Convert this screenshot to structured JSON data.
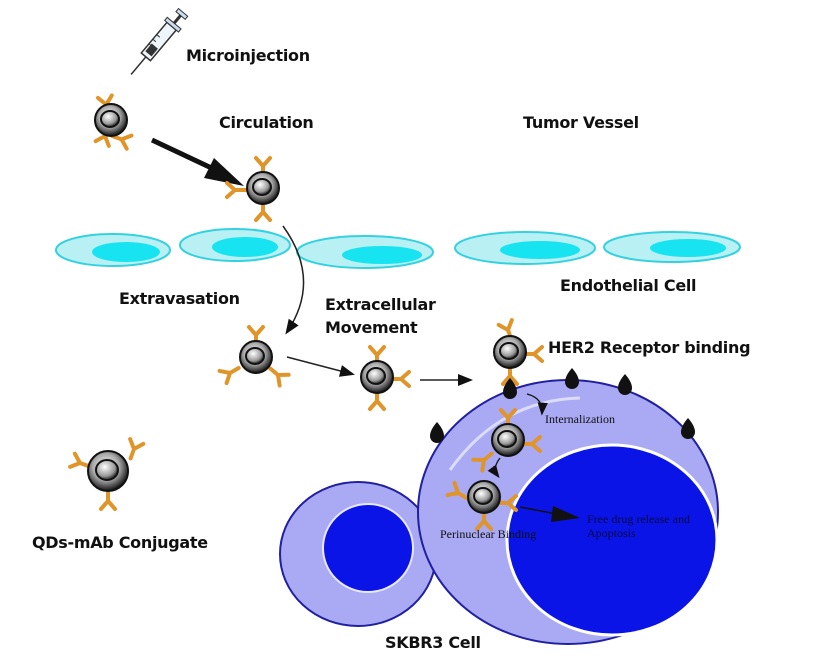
{
  "title": "QDs-mAb conjugate delivery to SKBR3 cells",
  "labels": {
    "microinjection": "Microinjection",
    "circulation": "Circulation",
    "tumor_vessel": "Tumor Vessel",
    "extravasation": "Extravasation",
    "extracellular_movement_1": "Extracellular",
    "extracellular_movement_2": "Movement",
    "endothelial_cell": "Endothelial Cell",
    "her2_binding": "HER2 Receptor binding",
    "internalization": "Internalization",
    "perinuclear_binding": "Perinuclear Binding",
    "free_drug_1": "Free drug release and",
    "free_drug_2": "Apoptosis",
    "legend_conjugate": "QDs-mAb Conjugate",
    "skbr3_cell": "SKBR3 Cell"
  },
  "colors": {
    "endothelial_outer": "#b8f0f4",
    "endothelial_border": "#34d2e0",
    "endothelial_nucleus": "#17e4f0",
    "cell_cytoplasm": "#a9a9f4",
    "cell_border": "#2020a0",
    "cell_nucleus": "#0a14e6",
    "antibody": "#e0952a",
    "receptor": "#111111"
  }
}
